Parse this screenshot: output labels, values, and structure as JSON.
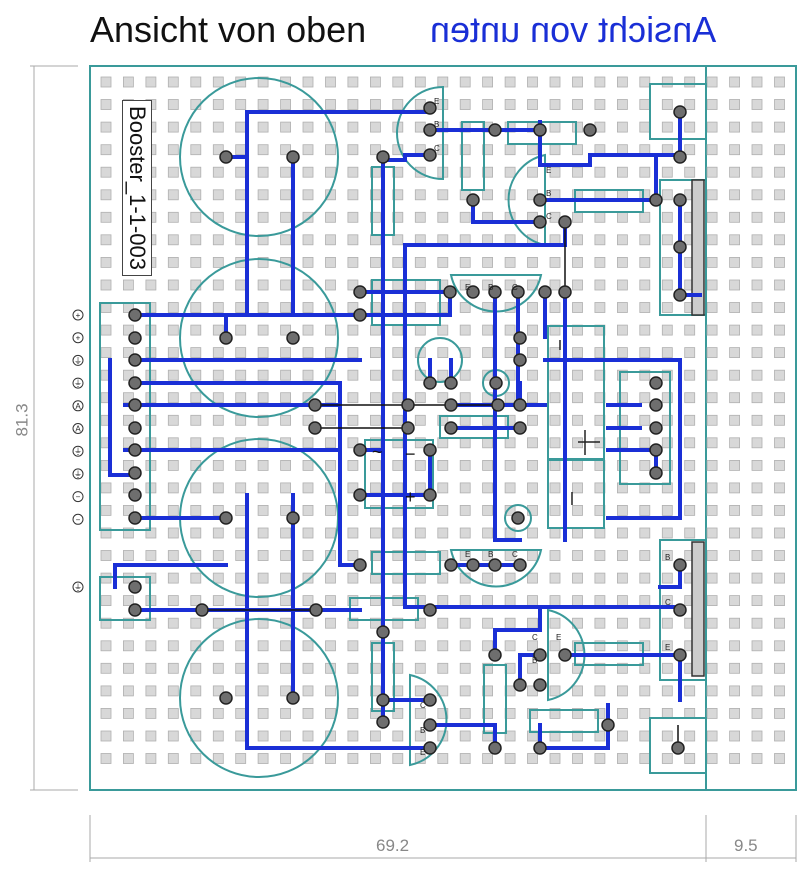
{
  "titles": {
    "top_view": "Ansicht von oben",
    "bottom_view": "Ansicht von unten"
  },
  "board": {
    "name": "Booster_1-1-003",
    "width_mm": "69.2",
    "height_mm": "81.3",
    "extension_mm": "9.5"
  },
  "connector_pins": {
    "labels": [
      "+",
      "+",
      "⏚",
      "⏚",
      "A",
      "A",
      "⏚",
      "⏚",
      "−",
      "−"
    ],
    "extra_label": "⏚"
  },
  "transistor_labels": {
    "emitter": "E",
    "base": "B",
    "collector": "C"
  },
  "rectifier_labels": {
    "ac": "~",
    "minus": "−",
    "plus": "+"
  },
  "colors": {
    "track": "#1a2fd6",
    "outline": "#3a9a9a",
    "pad": "#d8d8d8",
    "solder": "#6e6e6e",
    "dimension": "#888888"
  }
}
